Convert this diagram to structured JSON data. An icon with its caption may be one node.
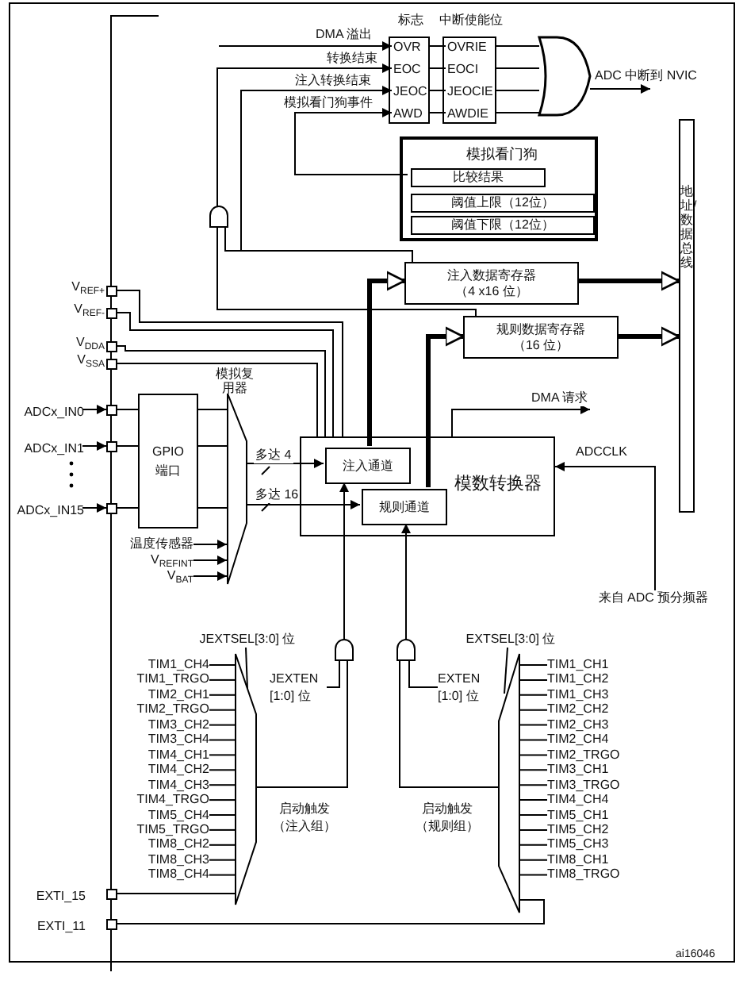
{
  "diagram": {
    "nodes": [
      {
        "text": [
          "标志"
        ]
      },
      {
        "text": [
          "OVR"
        ],
        "in": 0
      },
      {
        "text": [
          "EOC"
        ],
        "in": 0
      },
      {
        "text": [
          "JEOC"
        ],
        "in": 0
      },
      {
        "text": [
          "AWD"
        ],
        "in": 0
      },
      {
        "text": [
          "中断使能位"
        ]
      },
      {
        "text": [
          "OVRIE"
        ],
        "in": 5
      },
      {
        "text": [
          "EOCI"
        ],
        "in": 5
      },
      {
        "text": [
          "JEOCIE"
        ],
        "in": 5
      },
      {
        "text": [
          "AWDIE"
        ],
        "in": 5
      },
      {
        "text": [],
        "shape": "gate"
      },
      {
        "text": [
          "模拟看门狗"
        ]
      },
      {
        "text": [
          "比较结果"
        ],
        "in": 11
      },
      {
        "text": [
          "阈值上限（12位）"
        ],
        "in": 11
      },
      {
        "text": [
          "阈值下限（12位）"
        ],
        "in": 11
      },
      {
        "text": [],
        "shape": "gate"
      },
      {
        "text": [
          "注入数据寄存器",
          "（4 x16 位）"
        ]
      },
      {
        "text": [
          "规则数据寄存器",
          "（16 位）"
        ]
      },
      {
        "text": [
          "地址/数据总线"
        ]
      },
      {
        "text": [
          "模数转换器"
        ]
      },
      {
        "text": [
          "注入通道"
        ],
        "in": 19
      },
      {
        "text": [
          "规则通道"
        ],
        "in": 19
      },
      {
        "text": [
          "来自 ADC 预分频器"
        ]
      },
      {
        "text": [],
        "shape": "box",
        "beside": [
          "V$_{REF+}$"
        ]
      },
      {
        "text": [],
        "shape": "box",
        "beside": [
          "V$_{REF-}$"
        ]
      },
      {
        "text": [],
        "shape": "box",
        "beside": [
          "V$_{DDA}$"
        ]
      },
      {
        "text": [],
        "shape": "box",
        "beside": [
          "V$_{SSA}$"
        ]
      },
      {
        "text": [],
        "shape": "box",
        "beside": [
          "ADCx_IN0"
        ]
      },
      {
        "text": [],
        "shape": "box",
        "beside": [
          "ADCx_IN1"
        ]
      },
      {
        "text": [],
        "shape": "box",
        "beside": [
          "ADCx_IN15"
        ]
      },
      {
        "text": [
          "GPIO 端口"
        ]
      },
      {
        "text": [
          "模拟复用器"
        ]
      },
      {
        "text": [
          "温度传感器"
        ]
      },
      {
        "text": [
          "V$_{REFINT}$"
        ]
      },
      {
        "text": [
          "V$_{BAT}$"
        ]
      },
      {
        "text": [
          "JEXTSEL[3:0] 位"
        ],
        "beside": [
          "启动触发（注入组）"
        ]
      },
      {
        "text": [],
        "shape": "gate"
      },
      {
        "text": [
          "JEXTEN [1:0] 位"
        ]
      },
      {
        "text": [
          "EXTSEL[3:0] 位"
        ],
        "beside": [
          "启动触发（规则组）"
        ]
      },
      {
        "text": [],
        "shape": "gate"
      },
      {
        "text": [
          "EXTEN [1:0] 位"
        ]
      },
      {
        "text": [],
        "shape": "box",
        "beside": [
          "EXTI_15"
        ]
      },
      {
        "text": [],
        "shape": "box",
        "beside": [
          "EXTI_11"
        ]
      },
      {
        "text": [
          "TIM1_CH4"
        ]
      },
      {
        "text": [
          "TIM1_TRGO"
        ]
      },
      {
        "text": [
          "TIM2_CH1"
        ]
      },
      {
        "text": [
          "TIM2_TRGO"
        ]
      },
      {
        "text": [
          "TIM3_CH2"
        ]
      },
      {
        "text": [
          "TIM3_CH4"
        ]
      },
      {
        "text": [
          "TIM4_CH1"
        ]
      },
      {
        "text": [
          "TIM4_CH2"
        ]
      },
      {
        "text": [
          "TIM4_CH3"
        ]
      },
      {
        "text": [
          "TIM4_TRGO"
        ]
      },
      {
        "text": [
          "TIM5_CH4"
        ]
      },
      {
        "text": [
          "TIM5_TRGO"
        ]
      },
      {
        "text": [
          "TIM8_CH2"
        ]
      },
      {
        "text": [
          "TIM8_CH3"
        ]
      },
      {
        "text": [
          "TIM8_CH4"
        ]
      },
      {
        "text": [
          "TIM1_CH1"
        ]
      },
      {
        "text": [
          "TIM1_CH2"
        ]
      },
      {
        "text": [
          "TIM1_CH3"
        ]
      },
      {
        "text": [
          "TIM2_CH2"
        ]
      },
      {
        "text": [
          "TIM2_CH3"
        ]
      },
      {
        "text": [
          "TIM2_CH4"
        ]
      },
      {
        "text": [
          "TIM2_TRGO"
        ]
      },
      {
        "text": [
          "TIM3_CH1"
        ]
      },
      {
        "text": [
          "TIM3_TRGO"
        ]
      },
      {
        "text": [
          "TIM4_CH4"
        ]
      },
      {
        "text": [
          "TIM5_CH1"
        ]
      },
      {
        "text": [
          "TIM5_CH2"
        ]
      },
      {
        "text": [
          "TIM5_CH3"
        ]
      },
      {
        "text": [
          "TIM8_CH1"
        ]
      },
      {
        "text": [
          "TIM8_TRGO"
        ]
      }
    ],
    "edges": [
      {
        "from": null,
        "to": 1,
        "arrow": "to",
        "label": "DMA 溢出"
      },
      {
        "from": 15,
        "to": 2,
        "arrow": "to",
        "label": "转换结束"
      },
      {
        "from": 16,
        "to": 3,
        "arrow": "to",
        "label": "注入转换结束"
      },
      {
        "from": 12,
        "to": 4,
        "arrow": "to",
        "label": "模拟看门狗事件"
      },
      {
        "from": 1,
        "to": 6,
        "arrow": "none"
      },
      {
        "from": 2,
        "to": 7,
        "arrow": "none"
      },
      {
        "from": 3,
        "to": 8,
        "arrow": "none"
      },
      {
        "from": 4,
        "to": 9,
        "arrow": "none"
      },
      {
        "from": 6,
        "to": 10,
        "arrow": "none"
      },
      {
        "from": 7,
        "to": 10,
        "arrow": "none"
      },
      {
        "from": 8,
        "to": 10,
        "arrow": "none"
      },
      {
        "from": 9,
        "to": 10,
        "arrow": "none"
      },
      {
        "from": 10,
        "to": null,
        "arrow": "to",
        "label": "ADC 中断到 NVIC"
      },
      {
        "from": 17,
        "to": 15,
        "arrow": "none"
      },
      {
        "from": 16,
        "to": 15,
        "arrow": "none"
      },
      {
        "from": 20,
        "to": 16,
        "arrow": "to",
        "style": "thick"
      },
      {
        "from": 21,
        "to": 17,
        "arrow": "to",
        "style": "thick"
      },
      {
        "from": 16,
        "to": 18,
        "arrow": "to",
        "style": "thick"
      },
      {
        "from": 17,
        "to": 18,
        "arrow": "to",
        "style": "thick"
      },
      {
        "from": 19,
        "to": null,
        "arrow": "to",
        "label": "DMA 请求"
      },
      {
        "from": 22,
        "to": 19,
        "arrow": "to",
        "label": "ADCCLK"
      },
      {
        "from": 23,
        "to": 19,
        "arrow": "none"
      },
      {
        "from": 24,
        "to": 19,
        "arrow": "none"
      },
      {
        "from": 25,
        "to": 19,
        "arrow": "none"
      },
      {
        "from": 26,
        "to": 19,
        "arrow": "none"
      },
      {
        "from": null,
        "to": 27,
        "arrow": "to"
      },
      {
        "from": null,
        "to": 28,
        "arrow": "to"
      },
      {
        "from": null,
        "to": 29,
        "arrow": "to"
      },
      {
        "from": 27,
        "to": 30,
        "arrow": "none"
      },
      {
        "from": 28,
        "to": 30,
        "arrow": "none"
      },
      {
        "from": 29,
        "to": 30,
        "arrow": "none"
      },
      {
        "from": 30,
        "to": 31,
        "arrow": "none"
      },
      {
        "from": 30,
        "to": 31,
        "arrow": "none"
      },
      {
        "from": 30,
        "to": 31,
        "arrow": "none"
      },
      {
        "from": 32,
        "to": 31,
        "arrow": "to"
      },
      {
        "from": 33,
        "to": 31,
        "arrow": "to"
      },
      {
        "from": 34,
        "to": 31,
        "arrow": "to"
      },
      {
        "from": 31,
        "to": 20,
        "arrow": "to",
        "label": "多达 4"
      },
      {
        "from": 31,
        "to": 21,
        "arrow": "to",
        "label": "多达 16"
      },
      {
        "from": 43,
        "to": 35,
        "arrow": "none"
      },
      {
        "from": 44,
        "to": 35,
        "arrow": "none"
      },
      {
        "from": 45,
        "to": 35,
        "arrow": "none"
      },
      {
        "from": 46,
        "to": 35,
        "arrow": "none"
      },
      {
        "from": 47,
        "to": 35,
        "arrow": "none"
      },
      {
        "from": 48,
        "to": 35,
        "arrow": "none"
      },
      {
        "from": 49,
        "to": 35,
        "arrow": "none"
      },
      {
        "from": 50,
        "to": 35,
        "arrow": "none"
      },
      {
        "from": 51,
        "to": 35,
        "arrow": "none"
      },
      {
        "from": 52,
        "to": 35,
        "arrow": "none"
      },
      {
        "from": 53,
        "to": 35,
        "arrow": "none"
      },
      {
        "from": 54,
        "to": 35,
        "arrow": "none"
      },
      {
        "from": 55,
        "to": 35,
        "arrow": "none"
      },
      {
        "from": 56,
        "to": 35,
        "arrow": "none"
      },
      {
        "from": 57,
        "to": 35,
        "arrow": "none"
      },
      {
        "from": 41,
        "to": 35,
        "arrow": "none"
      },
      {
        "from": 35,
        "to": 36,
        "arrow": "none"
      },
      {
        "from": 37,
        "to": 36,
        "arrow": "none"
      },
      {
        "from": 36,
        "to": 20,
        "arrow": "to"
      },
      {
        "from": 58,
        "to": 38,
        "arrow": "none"
      },
      {
        "from": 59,
        "to": 38,
        "arrow": "none"
      },
      {
        "from": 60,
        "to": 38,
        "arrow": "none"
      },
      {
        "from": 61,
        "to": 38,
        "arrow": "none"
      },
      {
        "from": 62,
        "to": 38,
        "arrow": "none"
      },
      {
        "from": 63,
        "to": 38,
        "arrow": "none"
      },
      {
        "from": 64,
        "to": 38,
        "arrow": "none"
      },
      {
        "from": 65,
        "to": 38,
        "arrow": "none"
      },
      {
        "from": 66,
        "to": 38,
        "arrow": "none"
      },
      {
        "from": 67,
        "to": 38,
        "arrow": "none"
      },
      {
        "from": 68,
        "to": 38,
        "arrow": "none"
      },
      {
        "from": 69,
        "to": 38,
        "arrow": "none"
      },
      {
        "from": 70,
        "to": 38,
        "arrow": "none"
      },
      {
        "from": 71,
        "to": 38,
        "arrow": "none"
      },
      {
        "from": 72,
        "to": 38,
        "arrow": "none"
      },
      {
        "from": 42,
        "to": 38,
        "arrow": "none"
      },
      {
        "from": 38,
        "to": 39,
        "arrow": "none"
      },
      {
        "from": 40,
        "to": 39,
        "arrow": "none"
      },
      {
        "from": 39,
        "to": 21,
        "arrow": "to"
      }
    ],
    "labels": [
      "ai16046"
    ]
  }
}
